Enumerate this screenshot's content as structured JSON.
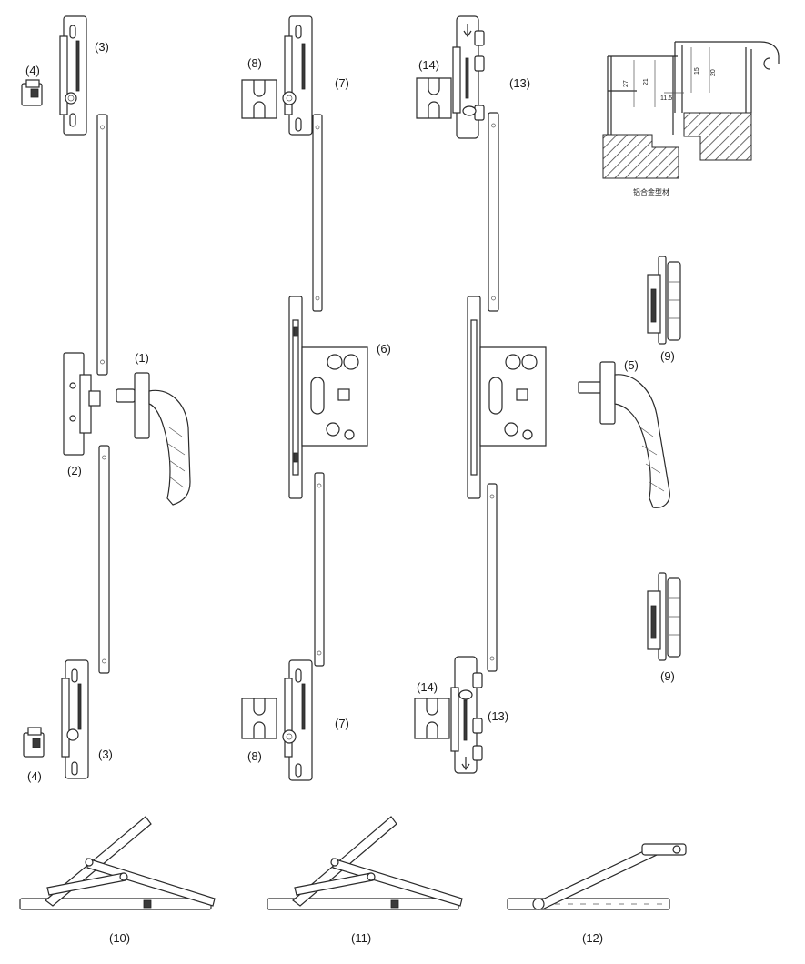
{
  "labels": {
    "l1": "(1)",
    "l2": "(2)",
    "l3a": "(3)",
    "l3b": "(3)",
    "l4a": "(4)",
    "l4b": "(4)",
    "l5": "(5)",
    "l6": "(6)",
    "l7a": "(7)",
    "l7b": "(7)",
    "l8a": "(8)",
    "l8b": "(8)",
    "l9a": "(9)",
    "l9b": "(9)",
    "l10": "(10)",
    "l11": "(11)",
    "l12": "(12)",
    "l13a": "(13)",
    "l13b": "(13)",
    "l14a": "(14)",
    "l14b": "(14)"
  },
  "profile": {
    "caption": "铝合金型材",
    "dims": [
      "27",
      "21",
      "11.5",
      "15",
      "20"
    ]
  },
  "icons": [
    "mounting-hole-icon",
    "spindle-square-icon",
    "handle-grip-icon",
    "hinge-knuckle-icon",
    "arrow-marker-icon"
  ]
}
